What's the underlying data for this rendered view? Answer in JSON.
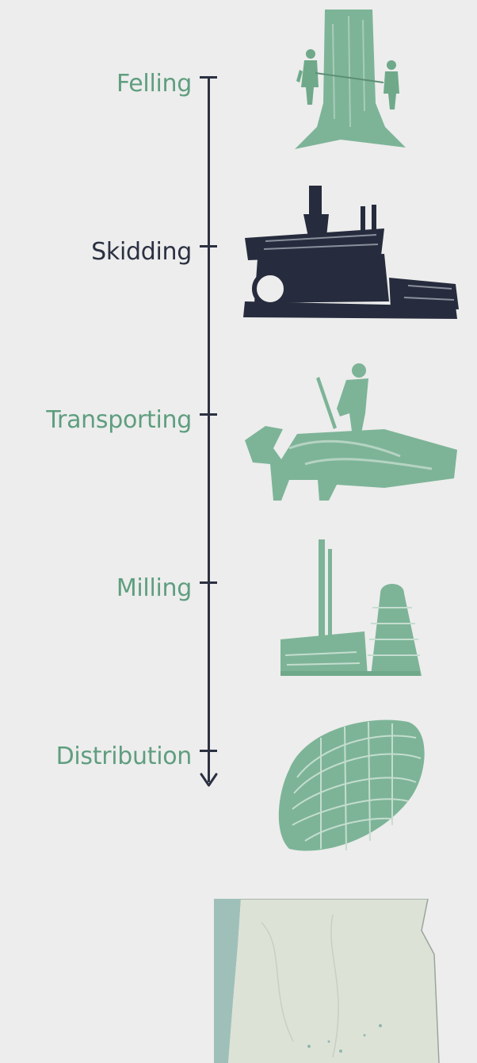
{
  "colors": {
    "background": "#ededed",
    "axis": "#2b3142",
    "green": "#6fa98a",
    "green_light": "#9dc6b0",
    "dark": "#262c3d",
    "map_land": "#dde2d6",
    "map_water": "#9fc0b9"
  },
  "timeline": {
    "stages": [
      {
        "label": "Felling",
        "color": "#5f9e7f",
        "icon": "felling-tree-illustration"
      },
      {
        "label": "Skidding",
        "color": "#2b3142",
        "icon": "skidding-machine-illustration"
      },
      {
        "label": "Transporting",
        "color": "#5f9e7f",
        "icon": "transporting-horse-illustration"
      },
      {
        "label": "Milling",
        "color": "#5f9e7f",
        "icon": "mill-smokestack-illustration"
      },
      {
        "label": "Distribution",
        "color": "#5f9e7f",
        "icon": "log-stack-illustration"
      }
    ]
  },
  "map": {
    "icon": "oregon-map"
  }
}
